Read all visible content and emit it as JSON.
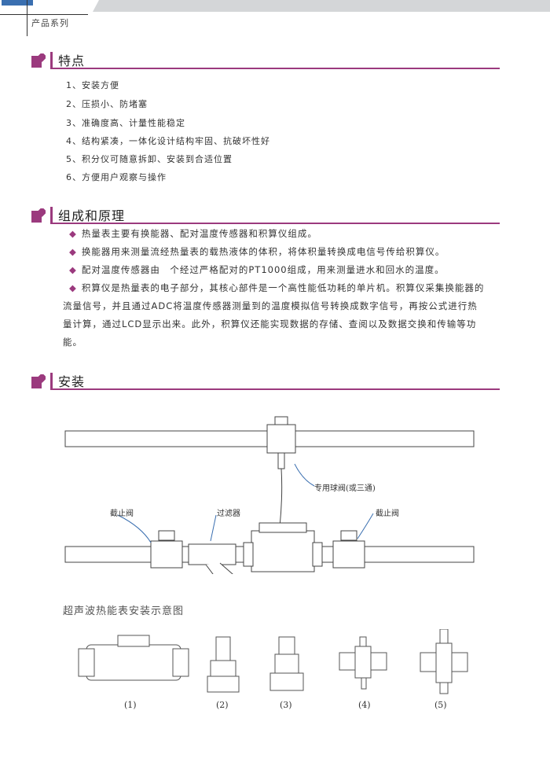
{
  "header": {
    "series": "产品系列"
  },
  "sections": [
    {
      "title": "特点",
      "items": [
        "1、安装方便",
        "2、压损小、防堵塞",
        "3、准确度高、计量性能稳定",
        "4、结构紧凑，一体化设计结构牢固、抗破坏性好",
        "5、积分仪可随意拆卸、安装到合适位置",
        "6、方便用户观察与操作"
      ]
    },
    {
      "title": "组成和原理",
      "paragraphs": [
        "热量表主要有换能器、配对温度传感器和积算仪组成。",
        "换能器用来测量流经热量表的载热液体的体积，将体积量转换成电信号传给积算仪。",
        "配对温度传感器由　个经过严格配对的PT1000组成，用来测量进水和回水的温度。",
        "积算仪是热量表的电子部分，其核心部件是一个高性能低功耗的单片机。积算仪采集换能器的流量信号，并且通过ADC将温度传感器测量到的温度模拟信号转换成数字信号，再按公式进行热量计算，通过LCD显示出来。此外，积算仪还能实现数据的存储、查阅以及数据交换和传输等功能。"
      ]
    },
    {
      "title": "安装"
    }
  ],
  "diagram": {
    "ball_valve": "专用球阀(或三通)",
    "stop_valve_left": "截止阀",
    "filter": "过滤器",
    "stop_valve_right": "截止阀",
    "caption": "超声波热能表安装示意图",
    "parts": [
      "(1)",
      "(2)",
      "(3)",
      "(4)",
      "(5)"
    ]
  },
  "colors": {
    "accent": "#9b3a7e"
  }
}
